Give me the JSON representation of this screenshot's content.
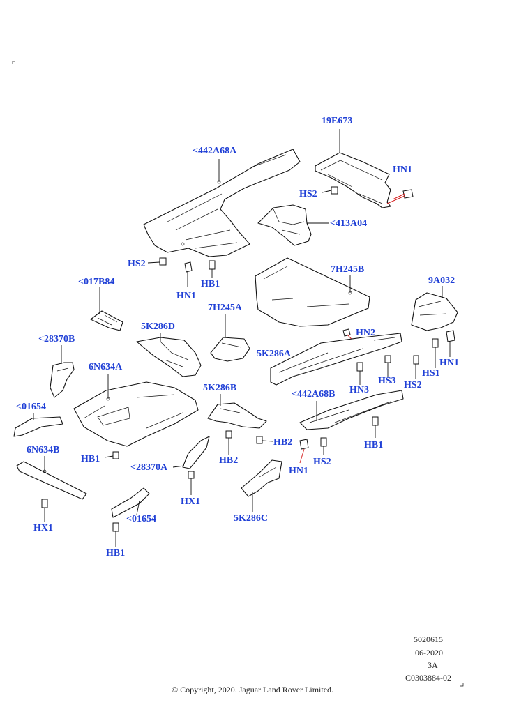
{
  "labels": {
    "p19E673": "19E673",
    "p442A68A": "<442A68A",
    "hn1_a": "HN1",
    "hs2_a": "HS2",
    "p413A04": "<413A04",
    "hs2_b": "HS2",
    "hn1_b": "HN1",
    "hb1_a": "HB1",
    "p7H245B": "7H245B",
    "p017B84": "<017B84",
    "p9A032": "9A032",
    "p7H245A": "7H245A",
    "hn2": "HN2",
    "p5K286D": "5K286D",
    "p28370B": "<28370B",
    "hn1_c": "HN1",
    "p5K286A": "5K286A",
    "hs1": "HS1",
    "p6N634A": "6N634A",
    "hs3": "HS3",
    "hs2_c": "HS2",
    "hn3": "HN3",
    "p5K286B": "5K286B",
    "p442A68B": "<442A68B",
    "p01654_a": "<01654",
    "p6N634B": "6N634B",
    "hb2_a": "HB2",
    "hb1_b": "HB1",
    "hb1_c": "HB1",
    "hb2_b": "HB2",
    "hs2_d": "HS2",
    "p28370A": "<28370A",
    "hn1_d": "HN1",
    "hx1_a": "HX1",
    "p5K286C": "5K286C",
    "p01654_b": "<01654",
    "hx1_b": "HX1",
    "hb1_d": "HB1"
  },
  "meta": {
    "ref1": "5020615",
    "date": "06-2020",
    "rev": "3A",
    "ref2": "C0303884-02"
  },
  "copyright": "© Copyright, 2020. Jaguar Land Rover Limited."
}
